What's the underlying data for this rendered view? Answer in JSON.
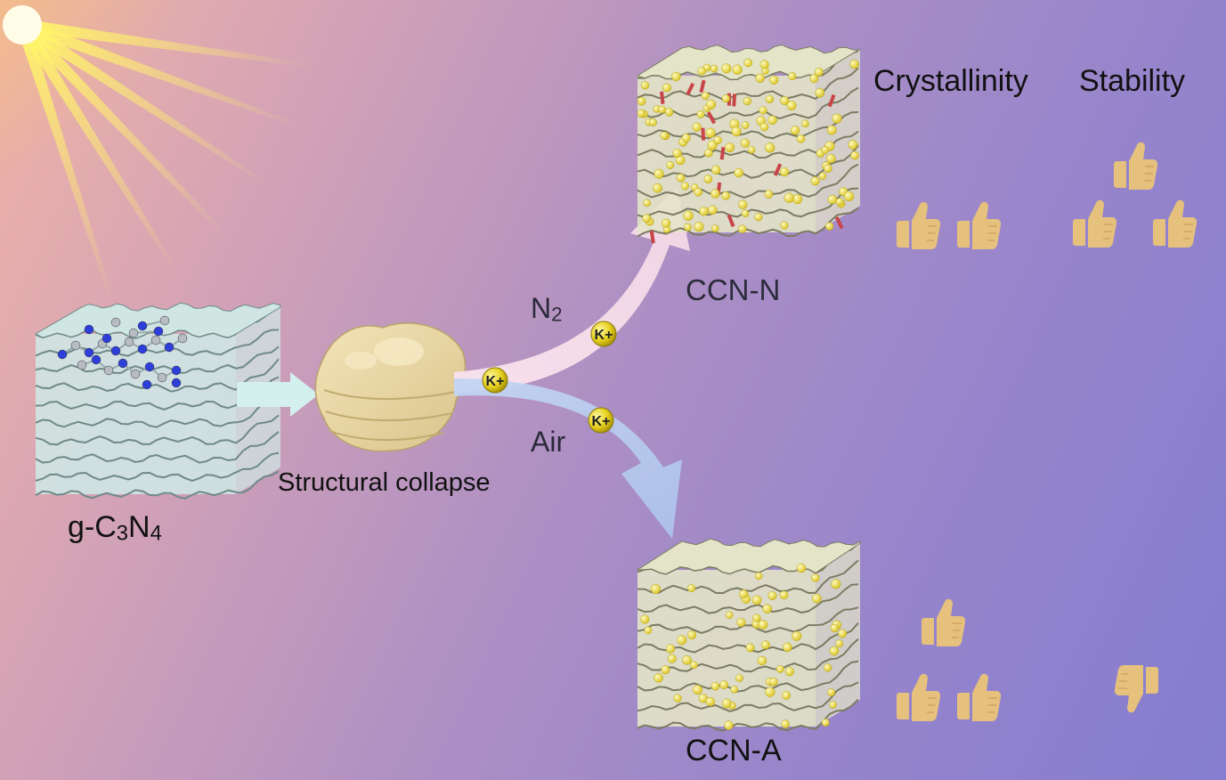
{
  "labels": {
    "material": "g-C",
    "material_sub1": "3",
    "material_mid": "N",
    "material_sub2": "4",
    "collapse": "Structural collapse",
    "n2_main": "N",
    "n2_sub": "2",
    "air": "Air",
    "ccn_n": "CCN-N",
    "ccn_a": "CCN-A",
    "crystallinity": "Crystallinity",
    "stability": "Stability",
    "ion": "K+"
  },
  "ratings": {
    "ccn_n": {
      "crystallinity": "thumbs-up x2",
      "stability": "thumbs-up x3"
    },
    "ccn_a": {
      "crystallinity": "thumbs-up x3",
      "stability": "thumbs-down x1"
    }
  },
  "colors": {
    "sun": "#fff200",
    "gcn_layers": "#cfe6e3",
    "collapse_blob": "#ecd9a5",
    "ccn_layers": "#e3e4c8",
    "k_ion": "#e8d21e",
    "arrow_n2": "#f1d8e6",
    "arrow_air": "#b7c9ec",
    "thumb": "#e6c07d"
  }
}
